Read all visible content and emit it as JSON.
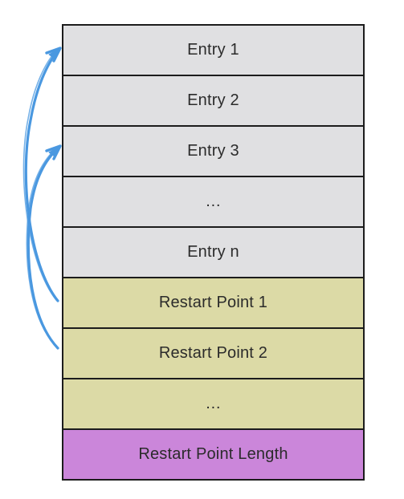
{
  "blocks": [
    {
      "label": "Entry 1",
      "kind": "entry"
    },
    {
      "label": "Entry 2",
      "kind": "entry"
    },
    {
      "label": "Entry 3",
      "kind": "entry"
    },
    {
      "label": "…",
      "kind": "entry"
    },
    {
      "label": "Entry n",
      "kind": "entry"
    },
    {
      "label": "Restart Point 1",
      "kind": "restart"
    },
    {
      "label": "Restart Point 2",
      "kind": "restart"
    },
    {
      "label": "…",
      "kind": "restart"
    },
    {
      "label": "Restart Point Length",
      "kind": "length"
    }
  ],
  "colors": {
    "entry_fill": "#e0e0e2",
    "restart_fill": "#dcdaa6",
    "length_fill": "#cb86da",
    "border": "#1c1c1c",
    "arrow": "#4a98e0"
  },
  "arrows": [
    {
      "from": "Restart Point 1",
      "to": "Entry 1"
    },
    {
      "from": "Restart Point 2",
      "to": "Entry 3"
    }
  ]
}
